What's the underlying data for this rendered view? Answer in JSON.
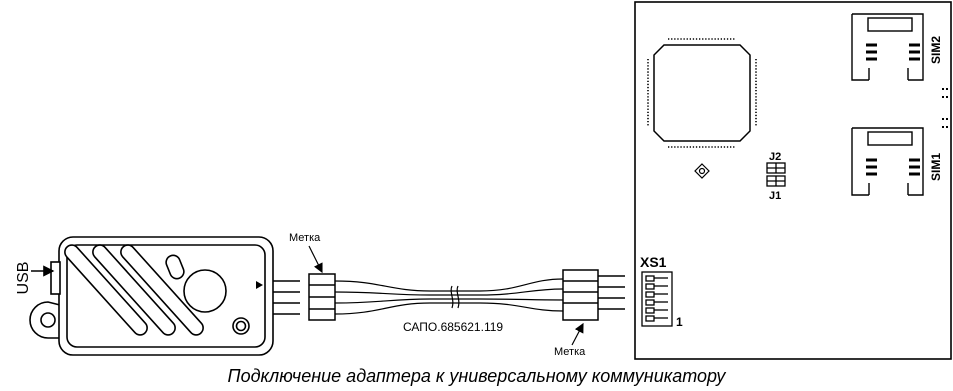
{
  "labels": {
    "usb": "USB",
    "mark_top": "Метка",
    "mark_bottom": "Метка",
    "cable_code": "САПО.685621.119",
    "xs1": "XS1",
    "pin1": "1",
    "j1": "J1",
    "j2": "J2",
    "sim1": "SIM1",
    "sim2": "SIM2"
  },
  "caption": "Подключение адаптера к универсальному коммуникатору"
}
